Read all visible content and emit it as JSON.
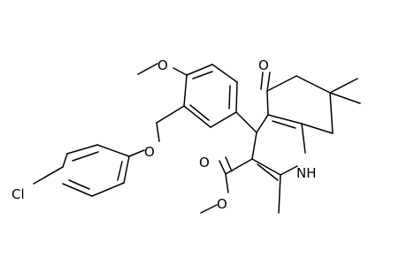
{
  "molecule": {
    "atoms": {
      "cl": "Cl",
      "o_ether": "O",
      "o_methoxy": "O",
      "o_ketone": "O",
      "o_ester_carbonyl": "O",
      "o_ester": "O",
      "nh": "NH"
    }
  }
}
